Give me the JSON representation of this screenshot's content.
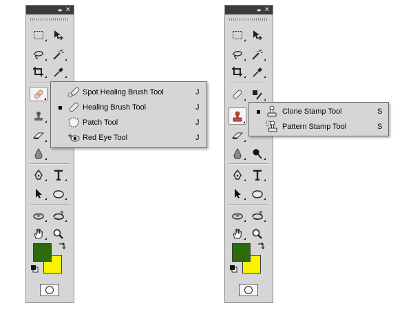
{
  "palette": {
    "title_collapse": "▸▸",
    "title_close": "✕",
    "foreground_color": "#2f6a0d",
    "background_color": "#fbf200"
  },
  "left_flyout": {
    "items": [
      {
        "label": "Spot Healing Brush Tool",
        "shortcut": "J",
        "icon": "spot-healing-brush-icon",
        "selected": false
      },
      {
        "label": "Healing Brush Tool",
        "shortcut": "J",
        "icon": "healing-brush-icon",
        "selected": true
      },
      {
        "label": "Patch Tool",
        "shortcut": "J",
        "icon": "patch-icon",
        "selected": false
      },
      {
        "label": "Red Eye Tool",
        "shortcut": "J",
        "icon": "red-eye-icon",
        "selected": false
      }
    ]
  },
  "right_flyout": {
    "items": [
      {
        "label": "Clone Stamp Tool",
        "shortcut": "S",
        "icon": "clone-stamp-icon",
        "selected": true
      },
      {
        "label": "Pattern Stamp Tool",
        "shortcut": "S",
        "icon": "pattern-stamp-icon",
        "selected": false
      }
    ]
  }
}
